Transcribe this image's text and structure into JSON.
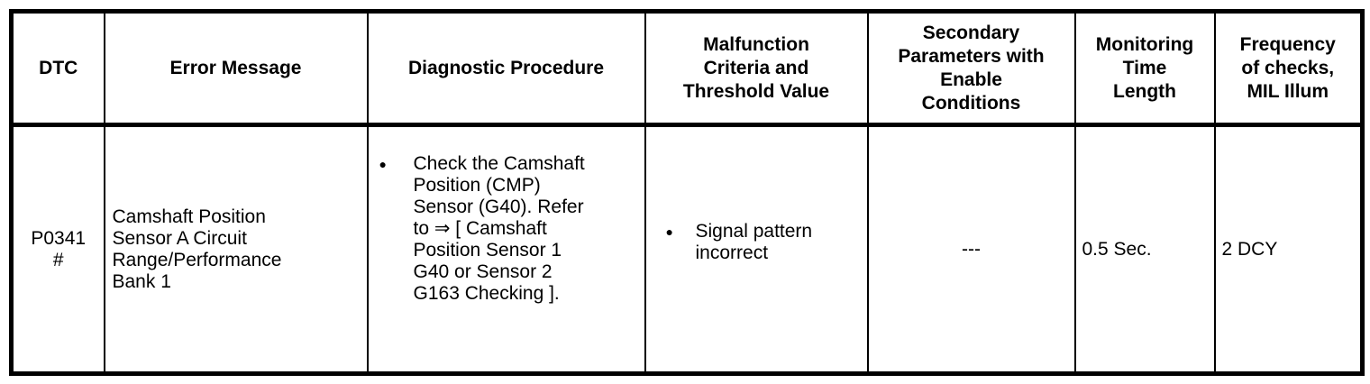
{
  "document": {
    "type": "dtc-diagnostic-table",
    "colors": {
      "border": "#000000",
      "text": "#000000",
      "background": "#ffffff"
    },
    "table": {
      "columns": [
        {
          "label": "DTC"
        },
        {
          "label": "Error Message"
        },
        {
          "label": "Diagnostic Procedure"
        },
        {
          "label": [
            "Malfunction",
            "Criteria and",
            "Threshold Value"
          ]
        },
        {
          "label": [
            "Secondary",
            "Parameters with",
            "Enable",
            "Conditions"
          ]
        },
        {
          "label": [
            "Monitoring",
            "Time",
            "Length"
          ]
        },
        {
          "label": [
            "Frequency",
            "of checks,",
            "MIL Illum"
          ]
        }
      ],
      "row": {
        "dtc": [
          "P0341",
          "#"
        ],
        "error_message": [
          "Camshaft Position",
          "Sensor A Circuit",
          "Range/Performance",
          "Bank 1"
        ],
        "diagnostic_procedure": {
          "bullet_icon": "●",
          "text": [
            "Check the Camshaft",
            "Position (CMP)",
            "Sensor (G40). Refer",
            "to ⇒ [ Camshaft",
            "Position Sensor 1",
            "G40 or Sensor 2",
            "G163 Checking ]."
          ]
        },
        "malfunction_criteria": {
          "bullet_icon": "●",
          "text": [
            "Signal pattern",
            "incorrect"
          ]
        },
        "secondary_parameters": "---",
        "monitoring_time_length": "0.5 Sec.",
        "frequency_of_checks": "2 DCY"
      }
    }
  }
}
